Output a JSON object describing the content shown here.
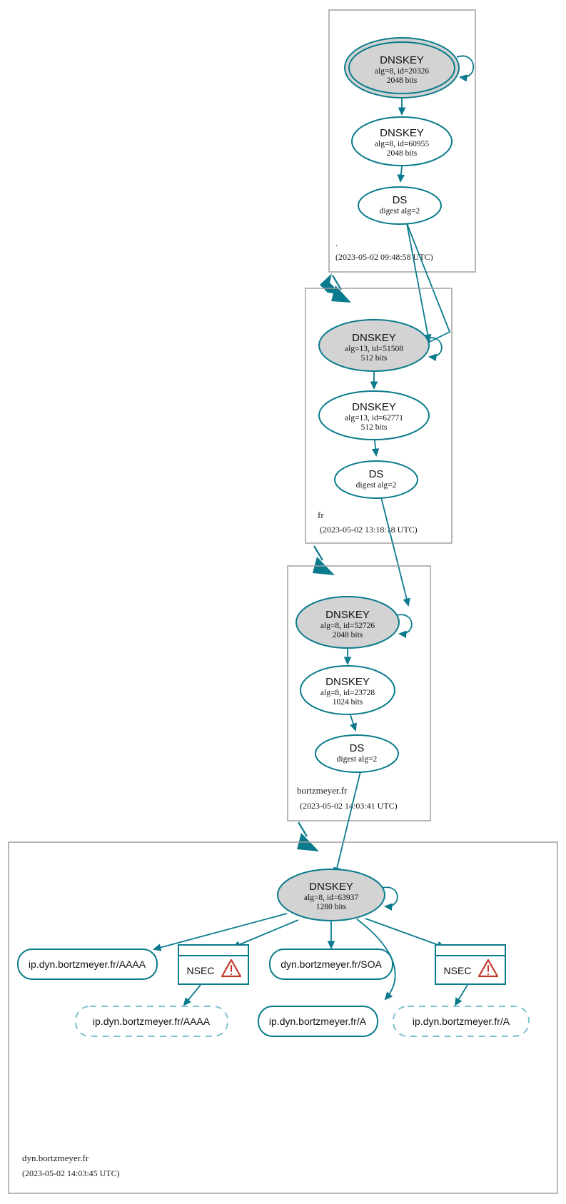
{
  "diagram": {
    "kind": "dnssec-chain-of-trust",
    "accent_color": "#0a7b8c",
    "secure_key_fill": "#d3d3d3",
    "warning_color": "#c0392b",
    "dashed_color": "#7fc2cd",
    "zone_border_color": "#a0a0a0"
  },
  "zones": [
    {
      "id": "root",
      "name": ".",
      "timestamp": "(2023-05-02 09:48:58 UTC)",
      "nodes": [
        {
          "id": "root-ksk",
          "type": "DNSKEY",
          "title": "DNSKEY",
          "line1": "alg=8, id=20326",
          "line2": "2048 bits",
          "trust_anchor": true,
          "self_signed": true,
          "secure": true
        },
        {
          "id": "root-zsk",
          "type": "DNSKEY",
          "title": "DNSKEY",
          "line1": "alg=8, id=60955",
          "line2": "2048 bits",
          "trust_anchor": false,
          "self_signed": false,
          "secure": false
        },
        {
          "id": "root-ds",
          "type": "DS",
          "title": "DS",
          "line1": "digest alg=2",
          "line2": "",
          "trust_anchor": false,
          "self_signed": false,
          "secure": false
        }
      ]
    },
    {
      "id": "fr",
      "name": "fr",
      "timestamp": "(2023-05-02 13:18:18 UTC)",
      "nodes": [
        {
          "id": "fr-ksk",
          "type": "DNSKEY",
          "title": "DNSKEY",
          "line1": "alg=13, id=51508",
          "line2": "512 bits",
          "trust_anchor": false,
          "self_signed": true,
          "secure": true
        },
        {
          "id": "fr-zsk",
          "type": "DNSKEY",
          "title": "DNSKEY",
          "line1": "alg=13, id=62771",
          "line2": "512 bits",
          "trust_anchor": false,
          "self_signed": false,
          "secure": false
        },
        {
          "id": "fr-ds",
          "type": "DS",
          "title": "DS",
          "line1": "digest alg=2",
          "line2": "",
          "trust_anchor": false,
          "self_signed": false,
          "secure": false
        }
      ]
    },
    {
      "id": "bortzmeyer",
      "name": "bortzmeyer.fr",
      "timestamp": "(2023-05-02 14:03:41 UTC)",
      "nodes": [
        {
          "id": "bz-ksk",
          "type": "DNSKEY",
          "title": "DNSKEY",
          "line1": "alg=8, id=52726",
          "line2": "2048 bits",
          "trust_anchor": false,
          "self_signed": true,
          "secure": true
        },
        {
          "id": "bz-zsk",
          "type": "DNSKEY",
          "title": "DNSKEY",
          "line1": "alg=8, id=23728",
          "line2": "1024 bits",
          "trust_anchor": false,
          "self_signed": false,
          "secure": false
        },
        {
          "id": "bz-ds",
          "type": "DS",
          "title": "DS",
          "line1": "digest alg=2",
          "line2": "",
          "trust_anchor": false,
          "self_signed": false,
          "secure": false
        }
      ]
    },
    {
      "id": "dyn",
      "name": "dyn.bortzmeyer.fr",
      "timestamp": "(2023-05-02 14:03:45 UTC)",
      "nodes": [
        {
          "id": "dyn-key",
          "type": "DNSKEY",
          "title": "DNSKEY",
          "line1": "alg=8, id=63937",
          "line2": "1280 bits",
          "trust_anchor": false,
          "self_signed": true,
          "secure": true
        }
      ],
      "records": [
        {
          "id": "rr-aaaa-secure",
          "label": "ip.dyn.bortzmeyer.fr/AAAA",
          "style": "solid-rounded",
          "kind": "rrset"
        },
        {
          "id": "nsec-left",
          "label": "NSEC",
          "style": "nsec-box",
          "kind": "nsec",
          "warning": true,
          "warning_icon": "warning-triangle-icon"
        },
        {
          "id": "rr-soa",
          "label": "dyn.bortzmeyer.fr/SOA",
          "style": "solid-rounded",
          "kind": "rrset"
        },
        {
          "id": "nsec-right",
          "label": "NSEC",
          "style": "nsec-box",
          "kind": "nsec",
          "warning": true,
          "warning_icon": "warning-triangle-icon"
        }
      ],
      "leaf_records": [
        {
          "id": "leaf-aaaa",
          "label": "ip.dyn.bortzmeyer.fr/AAAA",
          "style": "dashed-rounded",
          "kind": "nxdomain"
        },
        {
          "id": "leaf-a-secure",
          "label": "ip.dyn.bortzmeyer.fr/A",
          "style": "solid-rounded",
          "kind": "rrset"
        },
        {
          "id": "leaf-a-dashed",
          "label": "ip.dyn.bortzmeyer.fr/A",
          "style": "dashed-rounded",
          "kind": "nxdomain"
        }
      ]
    }
  ]
}
